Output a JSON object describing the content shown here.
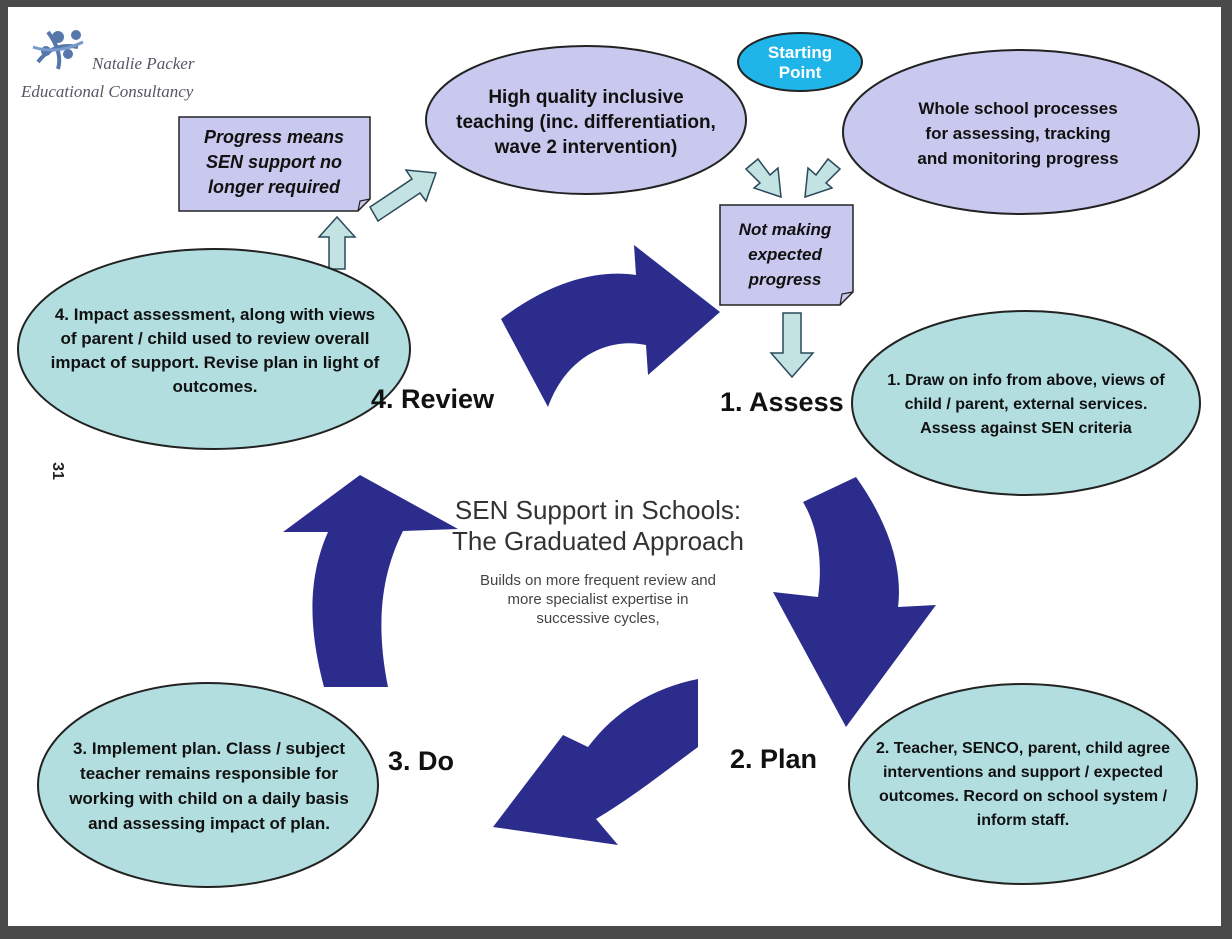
{
  "logo": {
    "line1": "Natalie Packer",
    "line2": "Educational Consultancy"
  },
  "page_number": "31",
  "starting_point": "Starting Point",
  "teaching_ellipse": "High quality inclusive teaching (inc. differentiation, wave 2 intervention)",
  "whole_school_ellipse": "Whole school processes for assessing, tracking and monitoring progress",
  "progress_note": "Progress means SEN support no longer required",
  "not_making_note": "Not making expected progress",
  "stages": {
    "assess": {
      "label": "1. Assess",
      "text": "1.  Draw on info from above, views of child / parent, external services. Assess against SEN criteria"
    },
    "plan": {
      "label": "2. Plan",
      "text": "2. Teacher, SENCO, parent, child agree interventions and support / expected outcomes. Record on school system / inform staff."
    },
    "do": {
      "label": "3. Do",
      "text": "3.  Implement plan. Class / subject teacher remains responsible for working with child on a daily basis and assessing impact of plan."
    },
    "review": {
      "label": "4. Review",
      "text": "4. Impact assessment, along with views of parent / child used to review overall impact of support. Revise plan in light of outcomes."
    }
  },
  "center": {
    "title_line1": "SEN Support in Schools:",
    "title_line2": "The Graduated Approach",
    "subtitle": "Builds on more frequent review and more specialist expertise in successive cycles,"
  },
  "colors": {
    "cycle_arrow": "#2b2c8c",
    "teal_ellipse": "#b2dedf",
    "lavender": "#c9c9ef",
    "starting_point": "#1fb5e8",
    "small_arrow": "#c3e3e3",
    "outline": "#222222"
  }
}
